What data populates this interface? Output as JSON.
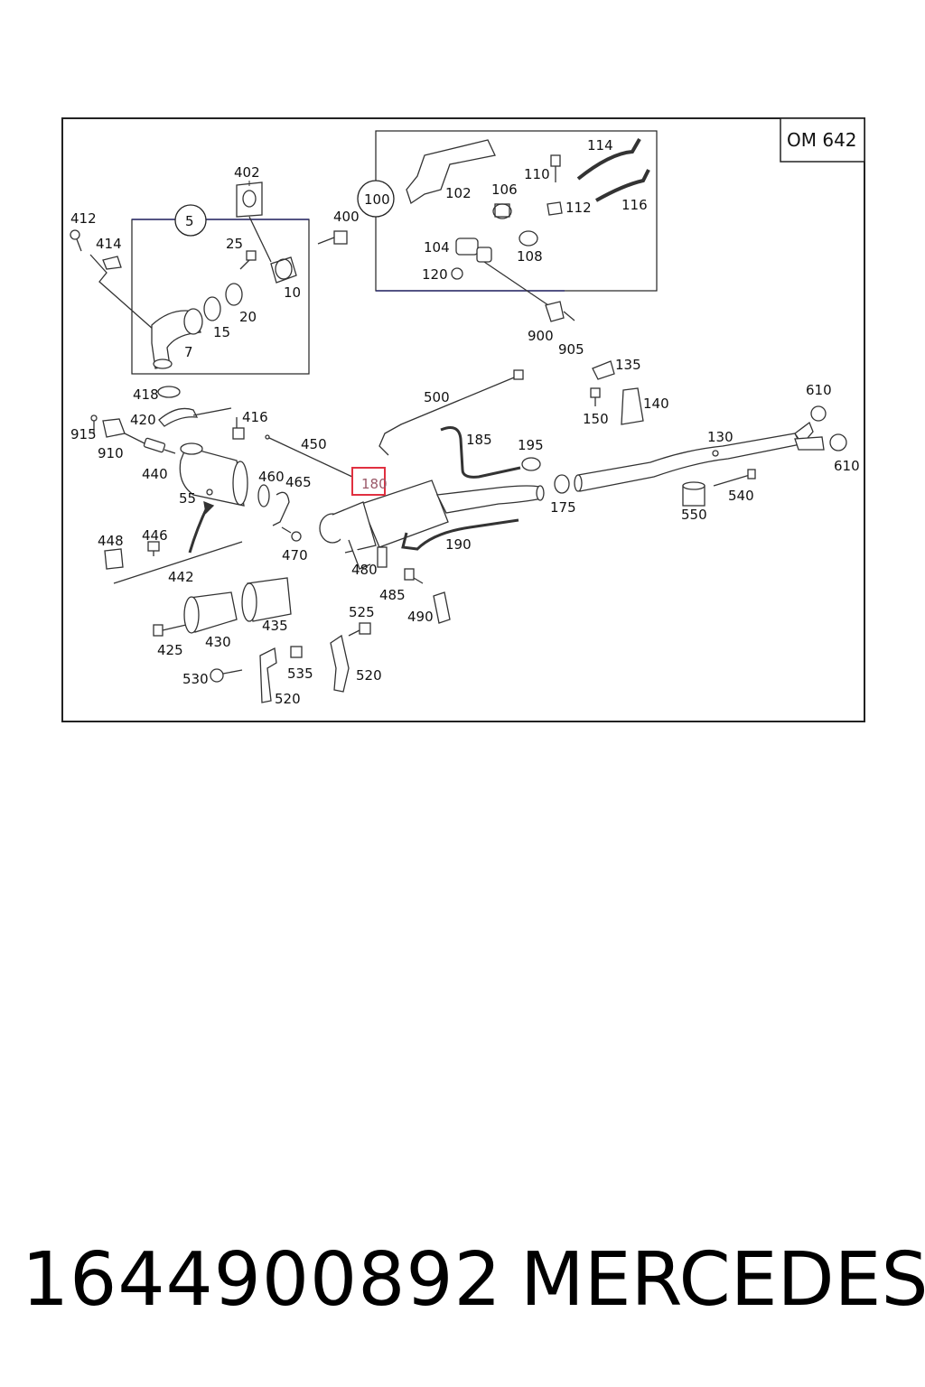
{
  "diagram": {
    "engine_code": "OM 642",
    "highlighted_part": "180",
    "groups": [
      "5",
      "100"
    ],
    "labels": [
      "412",
      "414",
      "402",
      "25",
      "400",
      "10",
      "20",
      "15",
      "7",
      "100",
      "102",
      "106",
      "110",
      "112",
      "114",
      "116",
      "104",
      "108",
      "120",
      "900",
      "905",
      "418",
      "420",
      "416",
      "915",
      "910",
      "440",
      "55",
      "450",
      "500",
      "185",
      "195",
      "135",
      "140",
      "150",
      "130",
      "610",
      "610",
      "175",
      "550",
      "540",
      "460",
      "465",
      "470",
      "190",
      "480",
      "485",
      "490",
      "448",
      "446",
      "442",
      "425",
      "430",
      "435",
      "525",
      "530",
      "535",
      "520",
      "520"
    ]
  },
  "footer": {
    "part_number": "1644900892",
    "brand": "MERCEDES"
  }
}
